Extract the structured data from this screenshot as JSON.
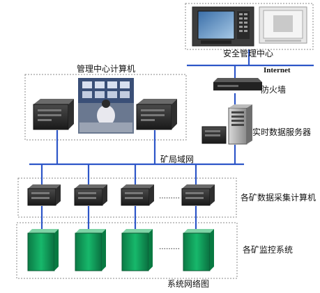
{
  "labels": {
    "security_center": "安全管理中心",
    "internet": "Internet",
    "management_center": "管理中心计算机",
    "firewall": "防火墙",
    "realtime_server": "实时数据服务器",
    "mine_lan": "矿局域网",
    "data_collection": "各矿数据采集计算机",
    "monitoring": "各矿监控系统",
    "ellipsis_computers": "………",
    "ellipsis_monitors": "………",
    "caption": "系统网络图"
  },
  "colors": {
    "network_line": "#2d56c8",
    "dashed_box": "#888888",
    "cabinet_green": "#0f9b5a",
    "server_gray": "#8c8c8c",
    "pc_dark": "#2b2b2b"
  }
}
